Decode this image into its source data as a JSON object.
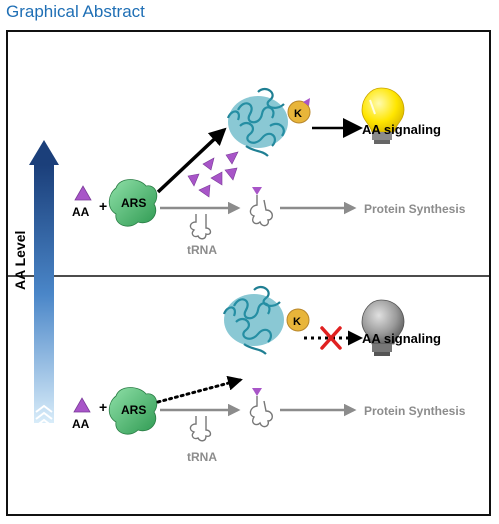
{
  "title": "Graphical Abstract",
  "axis_label": "AA Level",
  "top_panel": {
    "aa_label": "AA",
    "plus": "+",
    "ars_label": "ARS",
    "trna_label": "tRNA",
    "protein_synthesis": "Protein Synthesis",
    "kinase_label": "K",
    "signaling_label": "AA signaling"
  },
  "bottom_panel": {
    "aa_label": "AA",
    "plus": "+",
    "ars_label": "ARS",
    "trna_label": "tRNA",
    "protein_synthesis": "Protein Synthesis",
    "kinase_label": "K",
    "signaling_label": "AA signaling"
  },
  "colors": {
    "title": "#1f6fb5",
    "aa_triangle": "#a855c8",
    "ars": "#4caf6a",
    "protein": "#2a9bb0",
    "kinase": "#e8b53a",
    "bulb_on": "#ffe600",
    "bulb_off": "#8a8a8a",
    "gray_arrow": "#8c8c8c",
    "red_x": "#e02020",
    "gradient_top": "#1b3f7a",
    "gradient_bottom": "#cfe6f7"
  }
}
